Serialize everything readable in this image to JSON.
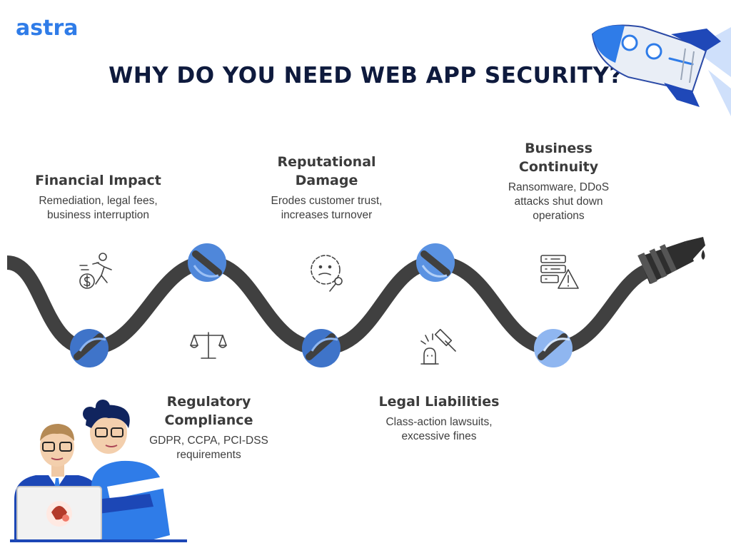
{
  "brand": {
    "logo": "astra"
  },
  "title": "WHY DO YOU NEED WEB APP SECURITY?",
  "items": [
    {
      "heading": "Financial Impact",
      "desc_lines": [
        "Remediation, legal fees,",
        "business interruption"
      ],
      "icon": "money-runner-icon"
    },
    {
      "heading": "Regulatory Compliance",
      "heading_lines": [
        "Regulatory",
        "Compliance"
      ],
      "desc_lines": [
        "GDPR, CCPA, PCI-DSS",
        "requirements"
      ],
      "icon": "scales-icon"
    },
    {
      "heading": "Reputational Damage",
      "heading_lines": [
        "Reputational",
        "Damage"
      ],
      "desc_lines": [
        "Erodes customer trust,",
        "increases turnover"
      ],
      "icon": "face-magnifier-icon"
    },
    {
      "heading": "Legal Liabilities",
      "desc_lines": [
        "Class-action lawsuits,",
        "excessive fines"
      ],
      "icon": "gavel-icon"
    },
    {
      "heading": "Business Continuity",
      "heading_lines": [
        "Business",
        "Continuity"
      ],
      "desc_lines": [
        "Ransomware, DDoS",
        "attacks shut down",
        "operations"
      ],
      "icon": "server-warning-icon"
    }
  ],
  "colors": {
    "accent": "#2f7ce8",
    "title": "#0e1a3d",
    "hose": "#404040",
    "knot_dark": "#3f74c9",
    "knot_mid": "#4f87da",
    "knot_light": "#8fb6f0"
  }
}
